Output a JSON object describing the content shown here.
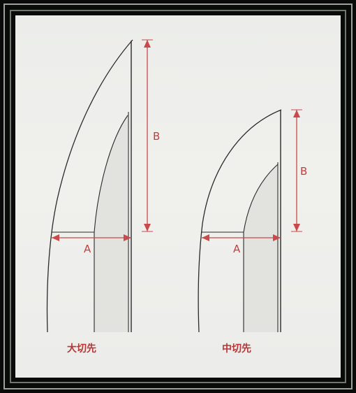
{
  "diagram": {
    "left_blade": {
      "caption": "大切先",
      "label_a": "A",
      "label_b": "B"
    },
    "right_blade": {
      "caption": "中切先",
      "label_a": "A",
      "label_b": "B"
    },
    "colors": {
      "outline": "#2a2a2a",
      "dimension": "#c84a4a",
      "caption": "#b43636",
      "paper": "#eeeeeb",
      "frame": "#0a0a0a"
    }
  }
}
